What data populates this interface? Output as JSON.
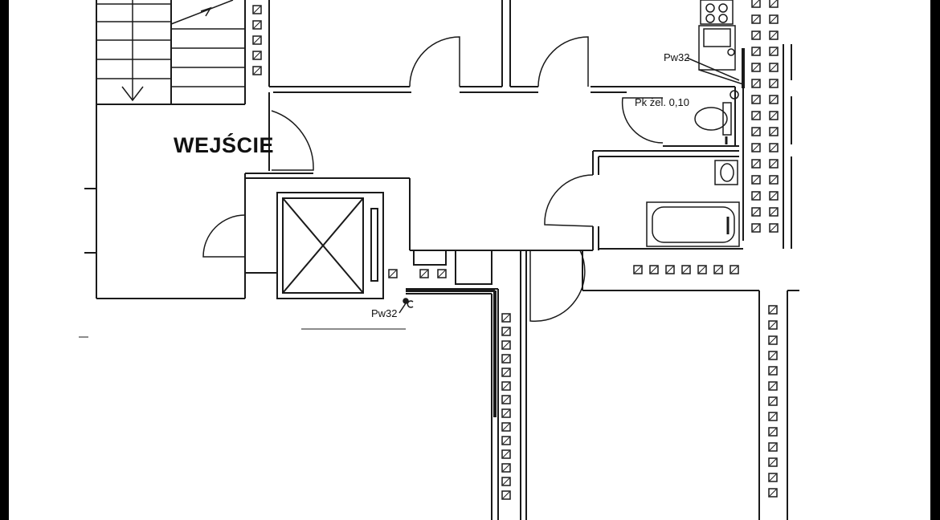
{
  "plan": {
    "labels": {
      "entrance": "WEJŚCIE",
      "riser_top": "Pw32",
      "riser_bottom": "Pw32",
      "floor_note": "Pk żel. 0,10"
    },
    "colors": {
      "paper": "#ffffff",
      "line": "#1a1a1a",
      "frame": "#000000"
    },
    "symbols": [
      "stair-run",
      "elevator-shaft",
      "door-swing",
      "chimney-flue-column",
      "toilet",
      "washbasin",
      "bathtub",
      "kitchen-sink",
      "stove"
    ]
  }
}
